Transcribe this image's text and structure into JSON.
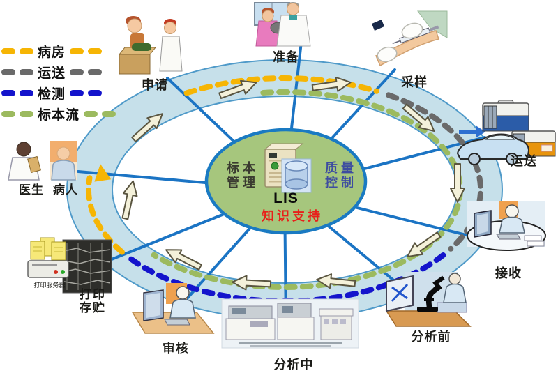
{
  "legend": {
    "items": [
      {
        "id": "ward",
        "label": "病房",
        "color": "#F6B504"
      },
      {
        "id": "transport",
        "label": "运送",
        "color": "#6A6A6A"
      },
      {
        "id": "testing",
        "label": "检测",
        "color": "#1414CC"
      },
      {
        "id": "specimen_flow",
        "label": "标本流",
        "color": "#9CBA5F"
      }
    ]
  },
  "center": {
    "left_line1": "标本",
    "left_line2": "管理",
    "right_line1": "质量",
    "right_line2": "控制",
    "system_label": "LIS",
    "bottom_label": "知识支持",
    "icon": "server-database-icon",
    "colors": {
      "ellipse_fill": "#A6C67D",
      "ellipse_border": "#1A7AC2",
      "left_text": "#3A3A30",
      "right_text": "#3D4CA0",
      "bottom_text": "#E8201A"
    }
  },
  "nodes": {
    "request": {
      "label": "申请"
    },
    "prepare": {
      "label": "准备"
    },
    "sampling": {
      "label": "采样"
    },
    "transport": {
      "label": "运送"
    },
    "receive": {
      "label": "接收"
    },
    "pre_analysis": {
      "label": "分析前"
    },
    "analyzing": {
      "label": "分析中"
    },
    "review": {
      "label": "审核"
    },
    "print_storage": {
      "line1": "打印",
      "line2": "存贮",
      "device_label": "打印服务器"
    },
    "doctor": {
      "label": "医生"
    },
    "patient": {
      "label": "病人"
    }
  },
  "ring": {
    "band_fill": "#C6E0EA",
    "band_stroke": "#4F9AC9",
    "spoke_color": "#1B74C4",
    "arrow_fill": "#F4F1DA"
  }
}
